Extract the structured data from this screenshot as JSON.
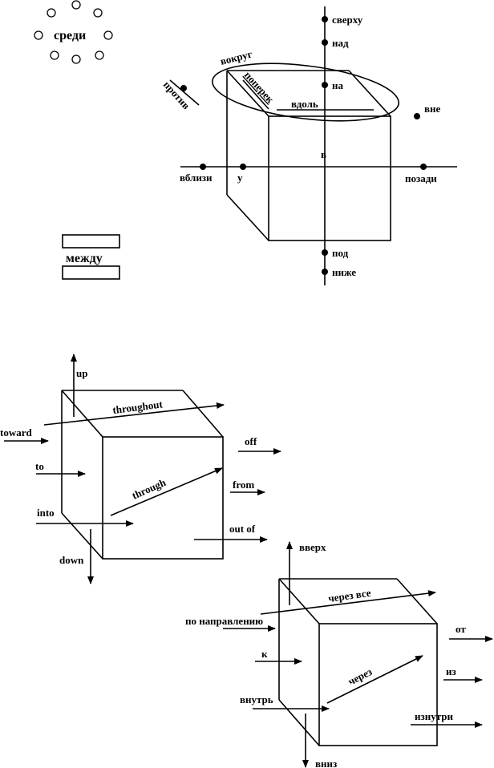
{
  "top": {
    "sredi": "среди",
    "sverhu": "сверху",
    "nad": "над",
    "na": "на",
    "vokrug": "вокруг",
    "poperek": "поперек",
    "vdol": "вдоль",
    "protiv": "против",
    "vne": "вне",
    "v": "в",
    "vblizi": "вблизи",
    "u": "у",
    "pozadi": "позади",
    "mezhdu": "между",
    "pod": "под",
    "nizhe": "ниже"
  },
  "english": {
    "up": "up",
    "throughout": "throughout",
    "toward": "toward",
    "off": "off",
    "to": "to",
    "through": "through",
    "from": "from",
    "into": "into",
    "out_of": "out of",
    "down": "down"
  },
  "russian": {
    "vverh": "вверх",
    "cherez_vse": "через все",
    "po_napravleniyu": "по направлению",
    "ot": "от",
    "k": "к",
    "cherez": "через",
    "iz": "из",
    "vnutr": "внутрь",
    "iznutri": "изнутри",
    "vniz": "вниз"
  }
}
